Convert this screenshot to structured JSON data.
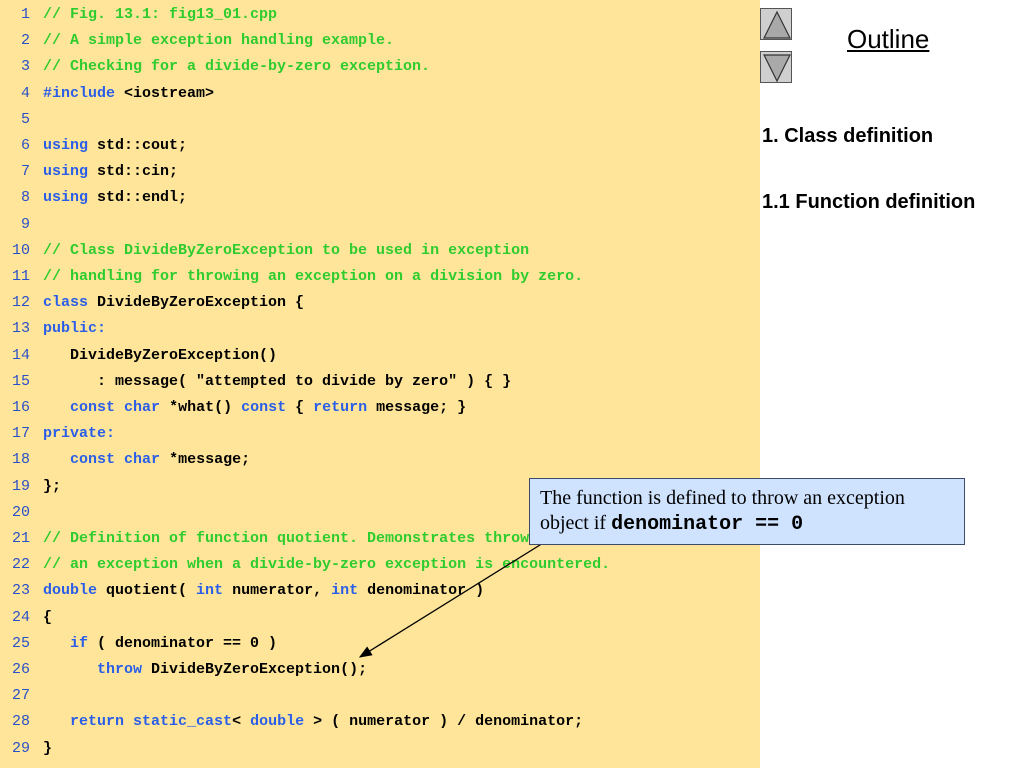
{
  "outline": {
    "title": "Outline",
    "items": [
      "1. Class definition",
      "1.1 Function definition"
    ]
  },
  "nav": {
    "up_icon": "triangle-up-icon",
    "down_icon": "triangle-down-icon"
  },
  "callout": {
    "text": "The function is defined to throw an exception object if ",
    "code": "denominator == 0"
  },
  "colors": {
    "code_background": "#ffe599",
    "comment": "#2ecc2e",
    "keyword": "#2a5ee8",
    "line_number": "#2a50c8",
    "callout_background": "#cfe3ff"
  },
  "code_lines": [
    {
      "n": "1",
      "tokens": [
        {
          "t": "// Fig. 13.1: fig13_01.cpp",
          "k": "comment"
        }
      ]
    },
    {
      "n": "2",
      "tokens": [
        {
          "t": "// A simple exception handling example.",
          "k": "comment"
        }
      ]
    },
    {
      "n": "3",
      "tokens": [
        {
          "t": "// Checking for a divide-by-zero exception.",
          "k": "comment"
        }
      ]
    },
    {
      "n": "4",
      "tokens": [
        {
          "t": "#include",
          "k": "keyword"
        },
        {
          "t": " <iostream>",
          "k": "plain"
        }
      ]
    },
    {
      "n": "5",
      "tokens": []
    },
    {
      "n": "6",
      "tokens": [
        {
          "t": "using",
          "k": "keyword"
        },
        {
          "t": " std::cout;",
          "k": "plain"
        }
      ]
    },
    {
      "n": "7",
      "tokens": [
        {
          "t": "using",
          "k": "keyword"
        },
        {
          "t": " std::cin;",
          "k": "plain"
        }
      ]
    },
    {
      "n": "8",
      "tokens": [
        {
          "t": "using",
          "k": "keyword"
        },
        {
          "t": " std::endl;",
          "k": "plain"
        }
      ]
    },
    {
      "n": "9",
      "tokens": []
    },
    {
      "n": "10",
      "tokens": [
        {
          "t": "// Class DivideByZeroException to be used in exception",
          "k": "comment"
        }
      ]
    },
    {
      "n": "11",
      "tokens": [
        {
          "t": "// handling for throwing an exception on a division by zero.",
          "k": "comment"
        }
      ]
    },
    {
      "n": "12",
      "tokens": [
        {
          "t": "class",
          "k": "keyword"
        },
        {
          "t": " DivideByZeroException {",
          "k": "plain"
        }
      ]
    },
    {
      "n": "13",
      "tokens": [
        {
          "t": "public",
          "k": "keyword"
        },
        {
          "t": ":",
          "k": "keyword"
        }
      ]
    },
    {
      "n": "14",
      "tokens": [
        {
          "t": "   DivideByZeroException()",
          "k": "plain"
        }
      ]
    },
    {
      "n": "15",
      "tokens": [
        {
          "t": "      : message( \"attempted to divide by zero\" ) { }",
          "k": "plain"
        }
      ]
    },
    {
      "n": "16",
      "tokens": [
        {
          "t": "   ",
          "k": "plain"
        },
        {
          "t": "const",
          "k": "keyword"
        },
        {
          "t": " ",
          "k": "plain"
        },
        {
          "t": "char",
          "k": "keyword"
        },
        {
          "t": " *what() ",
          "k": "plain"
        },
        {
          "t": "const",
          "k": "keyword"
        },
        {
          "t": " { ",
          "k": "plain"
        },
        {
          "t": "return",
          "k": "keyword"
        },
        {
          "t": " message; }",
          "k": "plain"
        }
      ]
    },
    {
      "n": "17",
      "tokens": [
        {
          "t": "private",
          "k": "keyword"
        },
        {
          "t": ":",
          "k": "keyword"
        }
      ]
    },
    {
      "n": "18",
      "tokens": [
        {
          "t": "   ",
          "k": "plain"
        },
        {
          "t": "const",
          "k": "keyword"
        },
        {
          "t": " ",
          "k": "plain"
        },
        {
          "t": "char",
          "k": "keyword"
        },
        {
          "t": " *message;",
          "k": "plain"
        }
      ]
    },
    {
      "n": "19",
      "tokens": [
        {
          "t": "};",
          "k": "plain"
        }
      ]
    },
    {
      "n": "20",
      "tokens": []
    },
    {
      "n": "21",
      "tokens": [
        {
          "t": "// Definition of function quotient. Demonstrates throwing",
          "k": "comment"
        }
      ]
    },
    {
      "n": "22",
      "tokens": [
        {
          "t": "// an exception when a divide-by-zero exception is encountered.",
          "k": "comment"
        }
      ]
    },
    {
      "n": "23",
      "tokens": [
        {
          "t": "double",
          "k": "keyword"
        },
        {
          "t": " quotient( ",
          "k": "plain"
        },
        {
          "t": "int",
          "k": "keyword"
        },
        {
          "t": " numerator, ",
          "k": "plain"
        },
        {
          "t": "int",
          "k": "keyword"
        },
        {
          "t": " denominator )",
          "k": "plain"
        }
      ]
    },
    {
      "n": "24",
      "tokens": [
        {
          "t": "{",
          "k": "plain"
        }
      ]
    },
    {
      "n": "25",
      "tokens": [
        {
          "t": "   ",
          "k": "plain"
        },
        {
          "t": "if",
          "k": "keyword"
        },
        {
          "t": " ( denominator == 0 )",
          "k": "plain"
        }
      ]
    },
    {
      "n": "26",
      "tokens": [
        {
          "t": "      ",
          "k": "plain"
        },
        {
          "t": "throw",
          "k": "keyword"
        },
        {
          "t": " DivideByZeroException();",
          "k": "plain"
        }
      ]
    },
    {
      "n": "27",
      "tokens": []
    },
    {
      "n": "28",
      "tokens": [
        {
          "t": "   ",
          "k": "plain"
        },
        {
          "t": "return",
          "k": "keyword"
        },
        {
          "t": " ",
          "k": "plain"
        },
        {
          "t": "static_cast",
          "k": "keyword"
        },
        {
          "t": "< ",
          "k": "plain"
        },
        {
          "t": "double",
          "k": "keyword"
        },
        {
          "t": " > ( numerator ) / denominator;",
          "k": "plain"
        }
      ]
    },
    {
      "n": "29",
      "tokens": [
        {
          "t": "}",
          "k": "plain"
        }
      ]
    }
  ]
}
